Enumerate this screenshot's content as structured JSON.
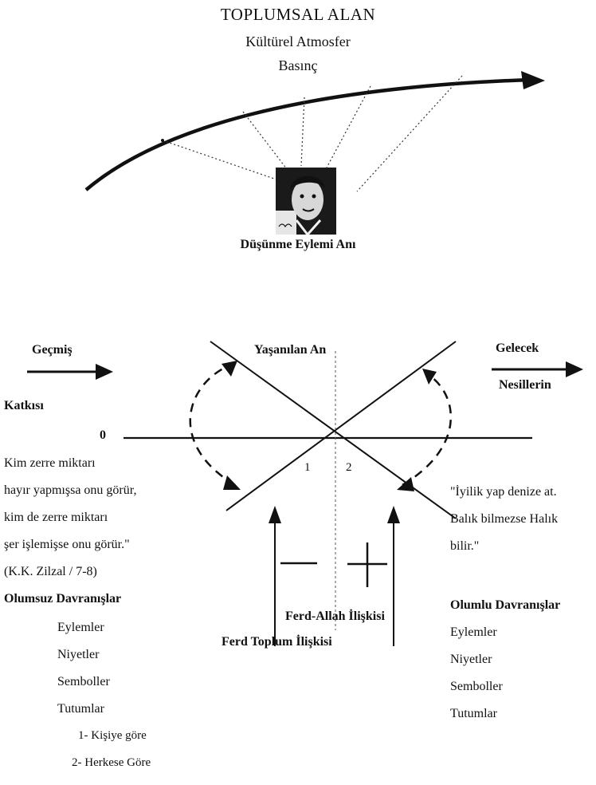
{
  "top": {
    "title": "TOPLUMSAL ALAN",
    "subtitle": "Kültürel Atmosfer",
    "subtitle2": "Basınç",
    "caption": "Düşünme Eylemi Anı"
  },
  "diagram": {
    "past_label": "Geçmiş",
    "present_label": "Yaşanılan An",
    "future_label": "Gelecek",
    "generations_label": "Nesillerin",
    "contribution_label": "Katkısı",
    "zero_label": "0",
    "num1": "1",
    "num2": "2",
    "minus_symbol": "—",
    "plus_symbol": "+",
    "ferd_allah": "Ferd-Allah İlişkisi",
    "ferd_toplum": "Ferd Toplum İlişkisi"
  },
  "left_column": {
    "verse": [
      "Kim zerre miktarı",
      "hayır yapmışsa onu görür,",
      "kim de zerre miktarı",
      "şer işlemişse onu görür.\"",
      "(K.K. Zilzal / 7-8)"
    ],
    "heading": "Olumsuz Davranışlar",
    "items": [
      "Eylemler",
      "Niyetler",
      "Semboller",
      "Tutumlar"
    ],
    "subitems": [
      "1- Kişiye göre",
      "2- Herkese Göre"
    ]
  },
  "right_column": {
    "quote": [
      "\"İyilik yap denize at.",
      "Balık bilmezse Halık",
      "bilir.\""
    ],
    "heading": "Olumlu Davranışlar",
    "items": [
      "Eylemler",
      "Niyetler",
      "Semboller",
      "Tutumlar"
    ]
  },
  "colors": {
    "ink": "#111111",
    "background": "#ffffff"
  }
}
